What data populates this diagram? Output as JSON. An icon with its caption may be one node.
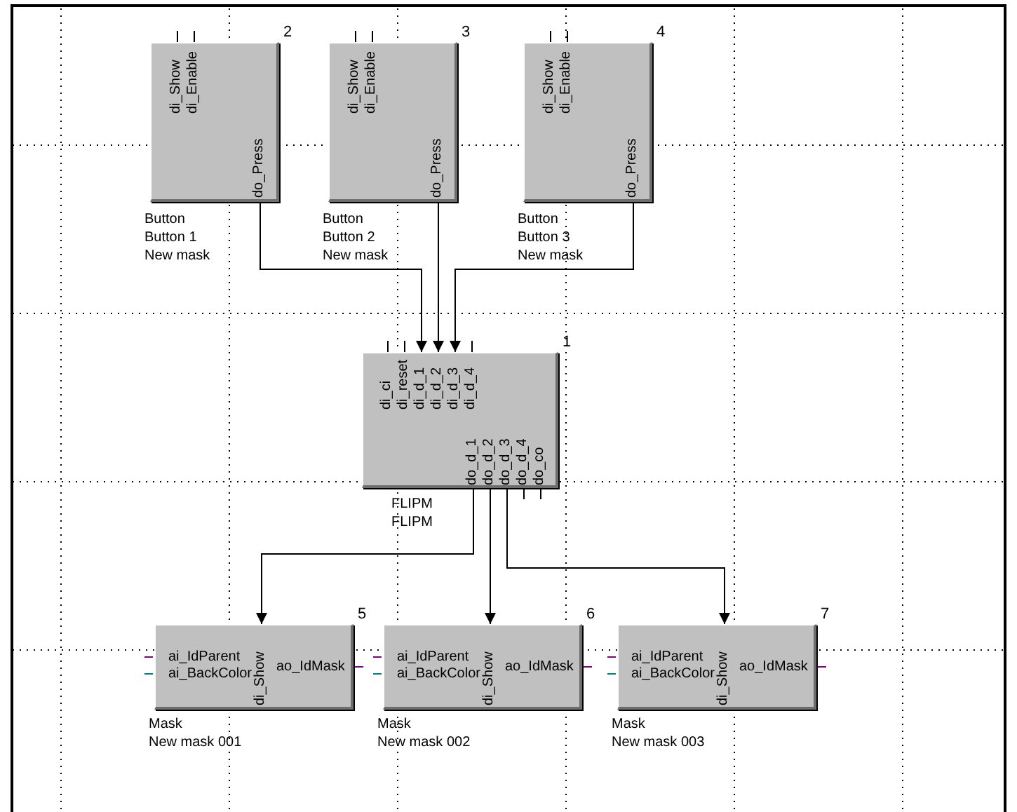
{
  "diagram": {
    "nodes": [
      {
        "text": [
          "2",
          "di_Show",
          "di_Enable",
          "do_Press"
        ],
        "beside": [
          "Button",
          "Button 1",
          "New mask"
        ]
      },
      {
        "text": [
          "3",
          "di_Show",
          "di_Enable",
          "do_Press"
        ],
        "beside": [
          "Button",
          "Button 2",
          "New mask"
        ]
      },
      {
        "text": [
          "4",
          "di_Show",
          "di_Enable",
          "do_Press"
        ],
        "beside": [
          "Button",
          "Button 3",
          "New mask"
        ]
      },
      {
        "text": [
          "1",
          "di_ci",
          "di_reset",
          "di_d_1",
          "di_d_2",
          "di_d_3",
          "di_d_4",
          "do_d_1",
          "do_d_2",
          "do_d_3",
          "do_d_4",
          "do_co"
        ],
        "beside": [
          "FLIPM",
          "FLIPM"
        ]
      },
      {
        "text": [
          "5",
          "ai_IdParent",
          "ai_BackColor",
          "di_Show",
          "ao_IdMask"
        ],
        "beside": [
          "Mask",
          "New mask 001"
        ]
      },
      {
        "text": [
          "6",
          "ai_IdParent",
          "ai_BackColor",
          "di_Show",
          "ao_IdMask"
        ],
        "beside": [
          "Mask",
          "New mask 002"
        ]
      },
      {
        "text": [
          "7",
          "ai_IdParent",
          "ai_BackColor",
          "di_Show",
          "ao_IdMask"
        ],
        "beside": [
          "Mask",
          "New mask 003"
        ]
      }
    ],
    "edges": [
      {
        "from": 0,
        "to": 3,
        "arrow": "to"
      },
      {
        "from": 1,
        "to": 3,
        "arrow": "to"
      },
      {
        "from": 2,
        "to": 3,
        "arrow": "to"
      },
      {
        "from": 3,
        "to": 4,
        "arrow": "to"
      },
      {
        "from": 3,
        "to": 5,
        "arrow": "to"
      },
      {
        "from": 3,
        "to": 6,
        "arrow": "to"
      }
    ]
  }
}
